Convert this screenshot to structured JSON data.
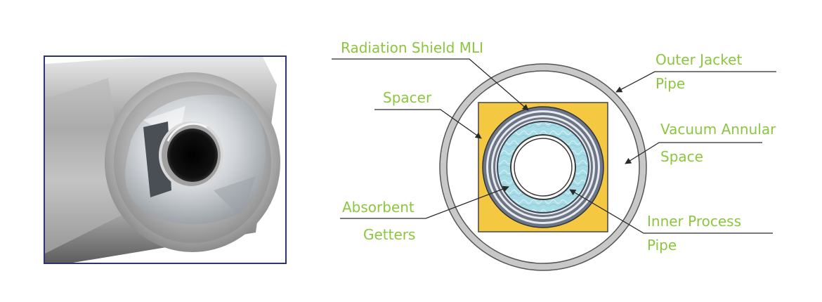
{
  "photo": {
    "alt": "Photo of vacuum-insulated pipe end"
  },
  "labels": {
    "radiation_shield": "Radiation Shield MLI",
    "outer_jacket_1": "Outer Jacket",
    "outer_jacket_2": "Pipe",
    "spacer": "Spacer",
    "vacuum_1": "Vacuum Annular",
    "vacuum_2": "Space",
    "absorbent_1": "Absorbent",
    "absorbent_2": "Getters",
    "inner_1": "Inner Process",
    "inner_2": "Pipe"
  },
  "colors": {
    "label": "#8cc63f",
    "spacer_fill": "#f5c842",
    "getter_fill": "#a8dce6",
    "mli_ring": "#6b7585",
    "outer_jacket": "#c8c8c8",
    "frame_border": "#2e3470"
  }
}
